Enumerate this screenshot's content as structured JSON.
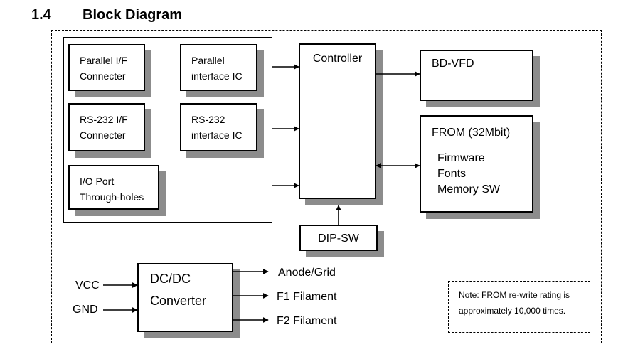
{
  "section": {
    "number": "1.4",
    "title": "Block Diagram"
  },
  "blocks": {
    "parallel_connector": [
      "Parallel I/F",
      "Connecter"
    ],
    "parallel_ic": [
      "Parallel",
      "interface IC"
    ],
    "rs232_connector": [
      "RS-232 I/F",
      "Connecter"
    ],
    "rs232_ic": [
      "RS-232",
      "interface IC"
    ],
    "io_port": [
      "I/O Port",
      "Through-holes"
    ],
    "controller": "Controller",
    "dip_sw": "DIP-SW",
    "bd_vfd": "BD-VFD",
    "from": {
      "title": "FROM (32Mbit)",
      "items": [
        "Firmware",
        "Fonts",
        "Memory SW"
      ]
    },
    "dcdc": [
      "DC/DC",
      "Converter"
    ]
  },
  "power": {
    "inputs": [
      "VCC",
      "GND"
    ],
    "outputs": [
      "Anode/Grid",
      "F1 Filament",
      "F2 Filament"
    ]
  },
  "note": [
    "Note: FROM re-write rating is",
    "approximately 10,000 times."
  ]
}
